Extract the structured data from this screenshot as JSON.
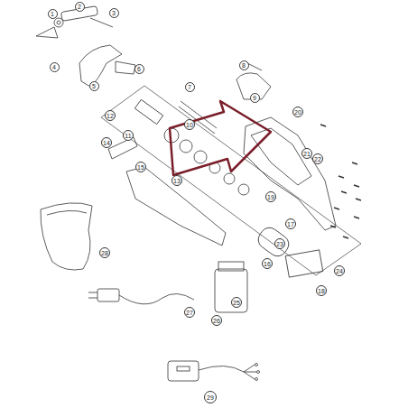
{
  "diagram": {
    "nodes": [
      {
        "text": [
          "1"
        ]
      },
      {
        "text": [
          "2"
        ]
      },
      {
        "text": [
          "3"
        ]
      },
      {
        "text": [
          "4"
        ]
      },
      {
        "text": [
          "5"
        ]
      },
      {
        "text": [
          "6"
        ]
      },
      {
        "text": [
          "7"
        ]
      },
      {
        "text": [
          "8"
        ]
      },
      {
        "text": [
          "9"
        ]
      },
      {
        "text": [
          "10"
        ]
      },
      {
        "text": [
          "11"
        ]
      },
      {
        "text": [
          "12"
        ]
      },
      {
        "text": [
          "13"
        ]
      },
      {
        "text": [
          "14"
        ]
      },
      {
        "text": [
          "15"
        ]
      },
      {
        "text": [
          "16"
        ]
      },
      {
        "text": [
          "17"
        ]
      },
      {
        "text": [
          "18"
        ]
      },
      {
        "text": [
          "19"
        ]
      },
      {
        "text": [
          "20"
        ]
      },
      {
        "text": [
          "21"
        ]
      },
      {
        "text": [
          "22"
        ]
      },
      {
        "text": [
          "23"
        ]
      },
      {
        "text": [
          "24"
        ]
      },
      {
        "text": [
          "25"
        ]
      },
      {
        "text": [
          "26"
        ]
      },
      {
        "text": [
          "27"
        ]
      },
      {
        "text": [
          "28"
        ]
      },
      {
        "text": [
          "29"
        ]
      }
    ],
    "edges": []
  }
}
